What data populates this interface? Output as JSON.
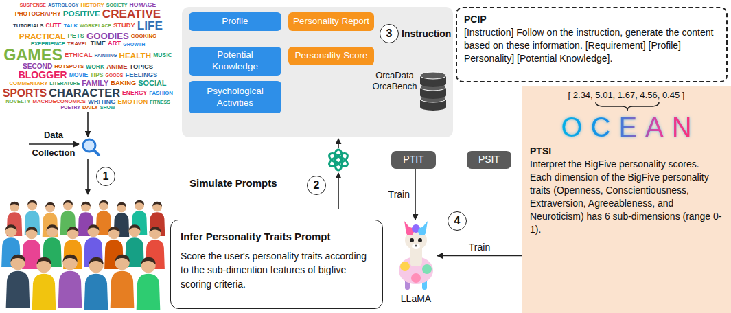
{
  "diagram": {
    "nodes": [
      {
        "text": [
          "Instruction",
          "OrcaData OrcaBench"
        ]
      },
      {
        "text": [
          "Profile"
        ],
        "in": 0
      },
      {
        "text": [
          "Personality Report"
        ],
        "in": 0
      },
      {
        "text": [
          "Potential Knowledge"
        ],
        "in": 0
      },
      {
        "text": [
          "Personality Score"
        ],
        "in": 0
      },
      {
        "text": [
          "Psychological Activities"
        ],
        "in": 0
      },
      {
        "text": [
          "PCIP",
          "[Instruction] Follow on the instruction, generate the content based on these information. [Requirement] [Profile] Personality] [Potential Knowledge]."
        ]
      },
      {
        "text": [
          "Infer Personality Traits Prompt",
          "Score the user's personality traits according to the sub-dimention features of bigfive scoring criteria."
        ]
      },
      {
        "text": [
          "PTIT"
        ]
      },
      {
        "text": [
          "PSIT"
        ]
      },
      {
        "text": [
          "[ 2.34, 5.01, 1.67, 4.56, 0.45 ]",
          "OCEAN",
          "PTSI",
          "Interpret the BigFive personality scores. Each dimension of the BigFive personality traits (Openness, Conscientiousness, Extraversion, Agreeableness, and Neuroticism) has 6 sub-dimensions (range 0-1)."
        ]
      },
      {
        "text": [
          "LLaMA"
        ]
      }
    ],
    "edges": [
      {
        "from": 8,
        "to": 11,
        "label": "Train",
        "arrow": "to"
      },
      {
        "from": 10,
        "to": 11,
        "label": "Train",
        "arrow": "to"
      }
    ],
    "labels": [
      "SUSPENSE",
      "ASTROLOGY",
      "HISTORY",
      "SOCIETY",
      "HOMAGE",
      "PHOTOGRAPHY",
      "POSITIVE",
      "CREATIVE",
      "TUTORIALS",
      "CUTE",
      "TALK",
      "WORKPLACE",
      "STUDY",
      "LIFE",
      "PRACTICAL",
      "PETS",
      "GOODIES",
      "COOKING",
      "EXPERIENCE",
      "TRAVEL",
      "TIME",
      "ART",
      "GROWTH",
      "GAMES",
      "ETHICAL",
      "PAINTING",
      "HEALTH",
      "MUSIC",
      "SECOND",
      "HOTSPOTS",
      "WORK",
      "ANIME",
      "TOPICS",
      "BLOGGER",
      "MOVIE",
      "TIPS",
      "GOODS",
      "FEELINGS",
      "COMMENTARY",
      "LITERATURE",
      "FAMILY",
      "BAKING",
      "SOCIAL",
      "SPORTS",
      "CHARACTER",
      "ENERGY",
      "FASHION",
      "NOVELTY",
      "MACROECONOMICS",
      "WRITING",
      "EMOTION",
      "FITNESS",
      "POETRY",
      "DAILY",
      "SHOW",
      "Data Collection",
      "1",
      "Simulate Prompts",
      "2",
      "3",
      "4"
    ]
  }
}
